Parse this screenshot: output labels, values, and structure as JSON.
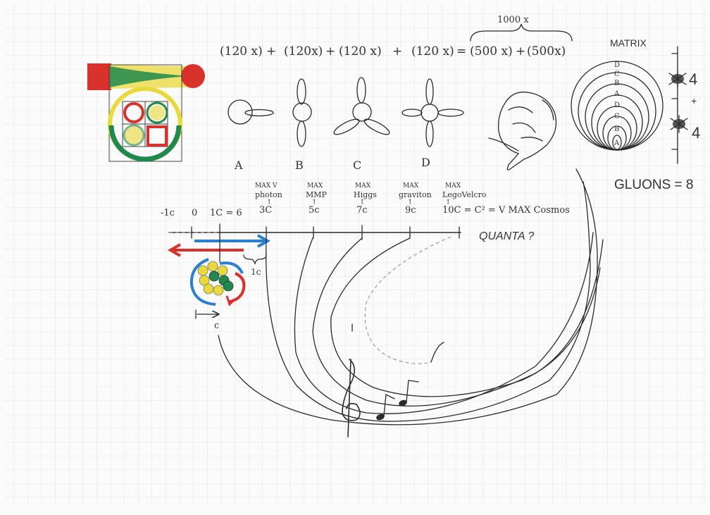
{
  "colors": {
    "red": "#d8322a",
    "green": "#1f8a4c",
    "yellow": "#e9d93a",
    "blue": "#2a7fd1",
    "ink": "#2a2a2a",
    "grid": "#dcdcdc"
  },
  "equation": {
    "terms": [
      "(120 x)",
      "+",
      "(120x)",
      "+",
      "(120 x)",
      "+",
      "(120 x)",
      "=",
      "(500 x)",
      "+",
      "(500x)"
    ],
    "bracket_label": "1000 x"
  },
  "shapes": {
    "labels": [
      "A",
      "B",
      "C",
      "D"
    ]
  },
  "matrix": {
    "title": "MATRIX",
    "layers": [
      "D",
      "C",
      "B",
      "A",
      "D",
      "C",
      "B",
      "A"
    ],
    "side_top_number": "4",
    "side_plus": "+",
    "side_bottom_number": "4",
    "gluons_label": "GLUONS = 8"
  },
  "scale": {
    "left_labels": [
      "-1c",
      "0",
      "1C = 6"
    ],
    "ticks": [
      {
        "top": "MAX V",
        "name": "photon",
        "value": "3C"
      },
      {
        "top": "MAX",
        "name": "MMP",
        "value": "5c"
      },
      {
        "top": "MAX",
        "name": "Higgs",
        "value": "7c"
      },
      {
        "top": "MAX",
        "name": "graviton",
        "value": "9c"
      },
      {
        "top": "MAX",
        "name": "LegoVelcro",
        "value": "10C = C² = V MAX Cosmos"
      }
    ],
    "quanta_label": "QUANTA ?",
    "brace_label": "1c",
    "arrow_label": "c"
  }
}
